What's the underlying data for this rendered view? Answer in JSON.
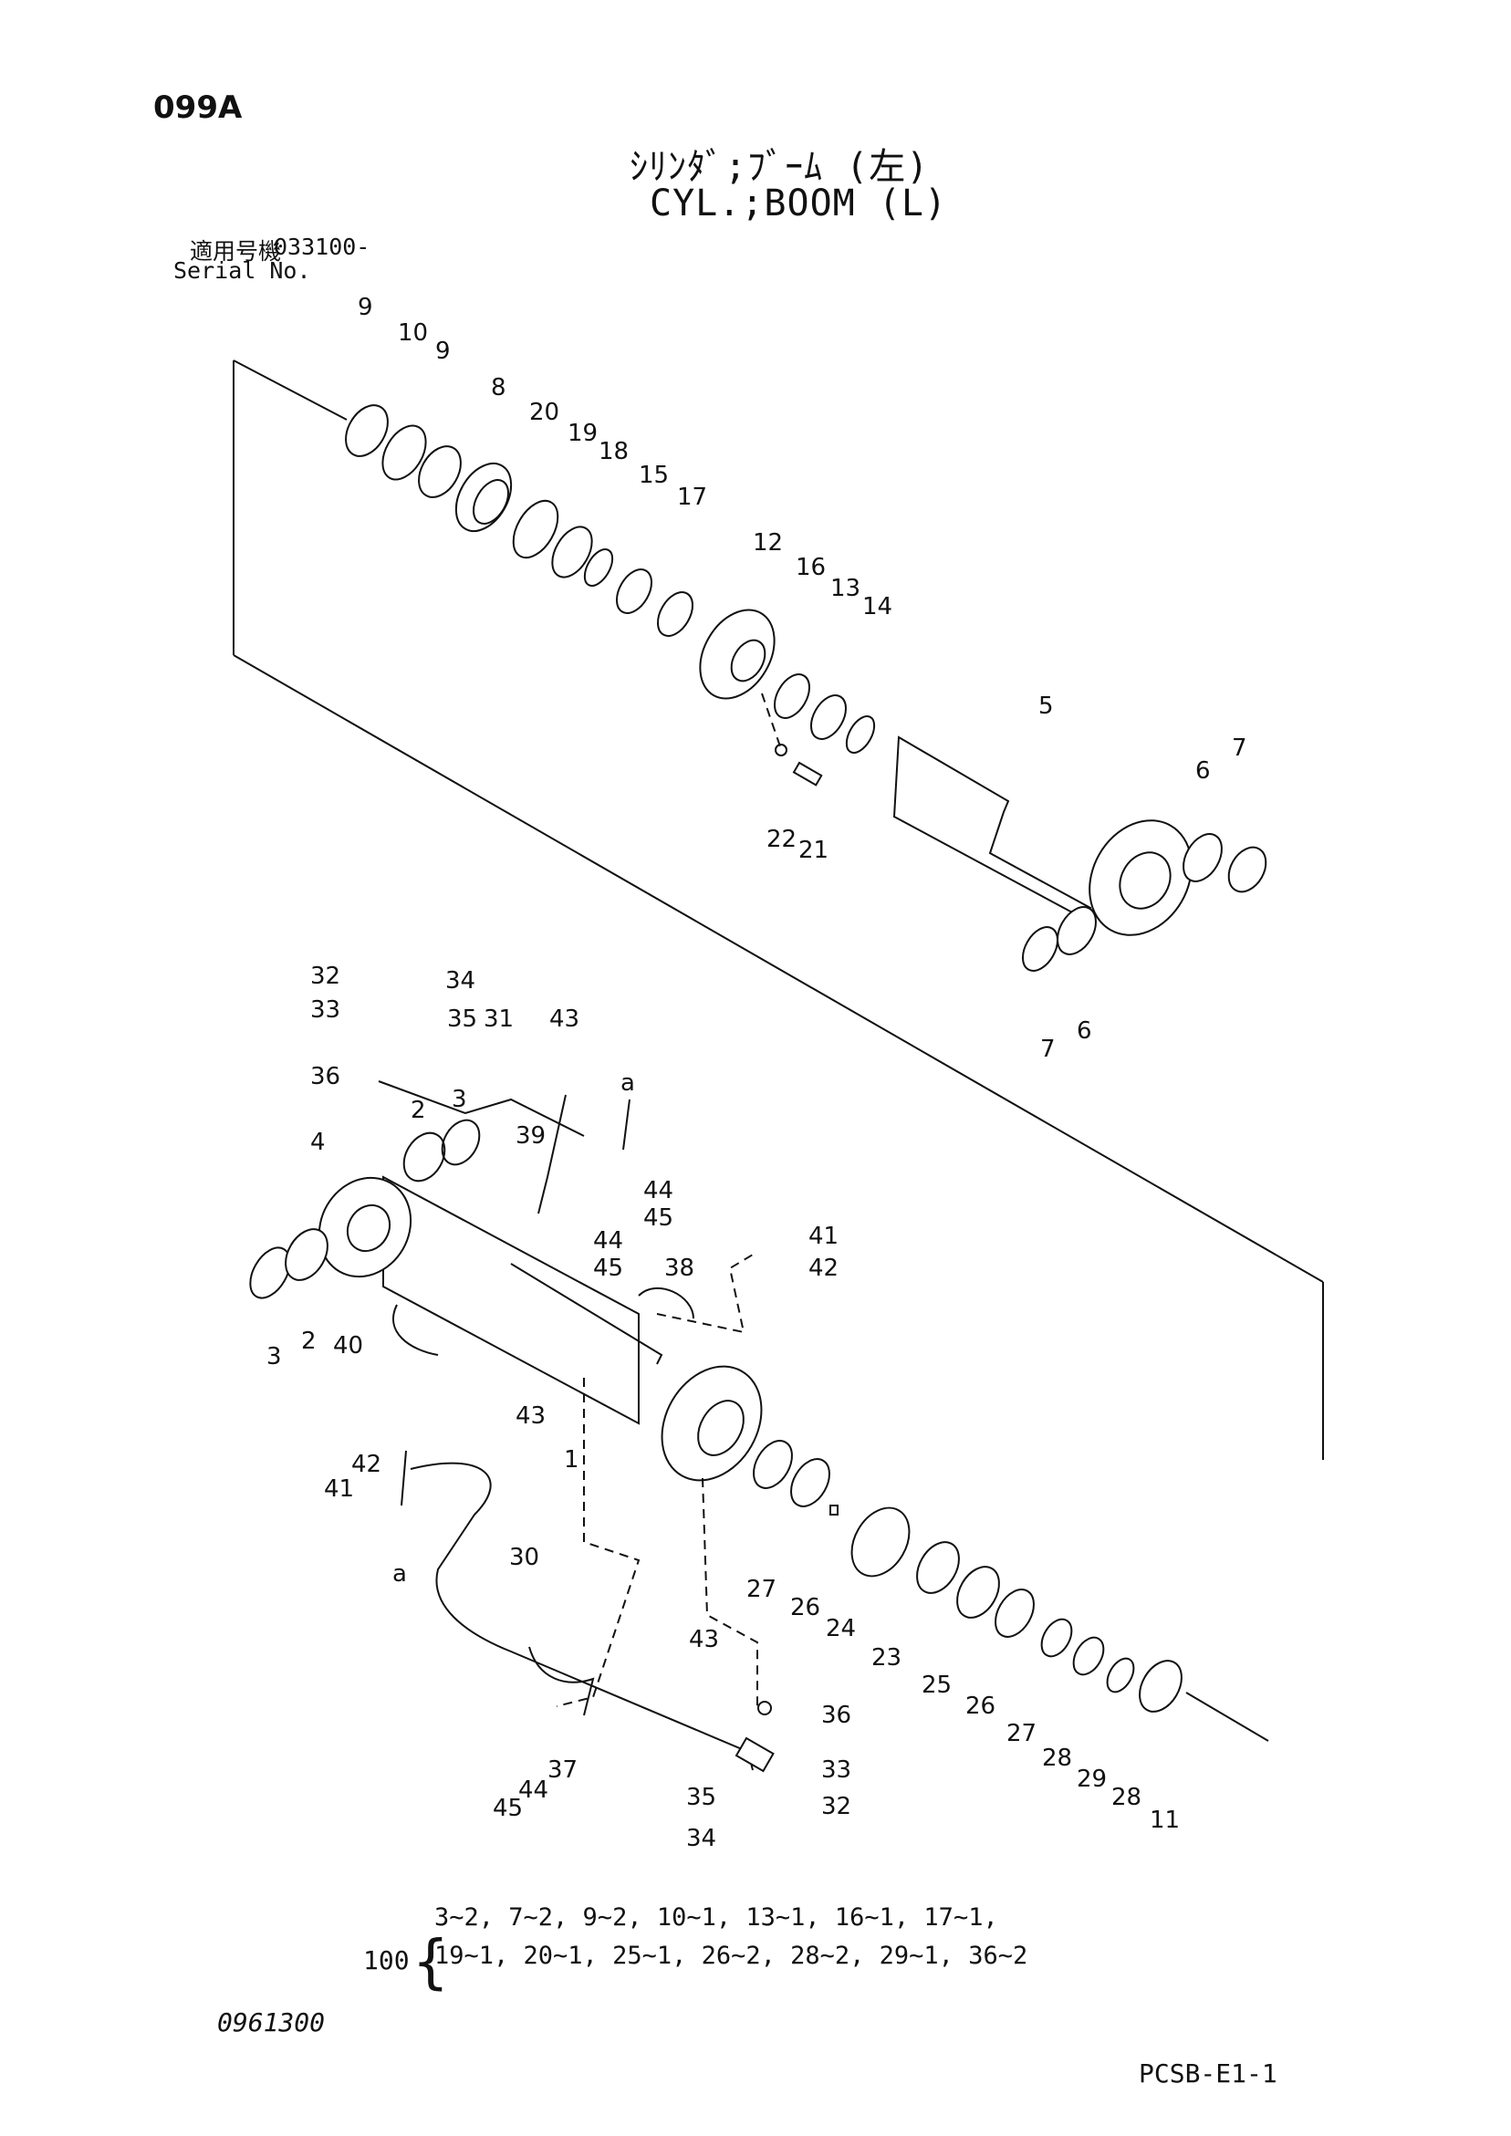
{
  "header": {
    "page_code": "099A",
    "title_jp": "ｼﾘﾝﾀﾞ;ﾌﾞｰﾑ (左)",
    "title_en": "CYL.;BOOM (L)",
    "serial_label_jp": "適用号機",
    "serial_number": "033100-",
    "serial_label_en": "Serial No."
  },
  "callouts": {
    "p9a": "9",
    "p10": "10",
    "p9b": "9",
    "p8": "8",
    "p20": "20",
    "p19": "19",
    "p18": "18",
    "p15": "15",
    "p17": "17",
    "p12": "12",
    "p16": "16",
    "p13": "13",
    "p14": "14",
    "p22": "22",
    "p21": "21",
    "p5": "5",
    "p6a": "6",
    "p7a": "7",
    "p7b": "7",
    "p6b": "6",
    "p32a": "32",
    "p34a": "34",
    "p33a": "33",
    "p35a": "35",
    "p31": "31",
    "p43a": "43",
    "p36a": "36",
    "pa1": "a",
    "p4": "4",
    "p2a": "2",
    "p3a": "3",
    "p39": "39",
    "p44a": "44",
    "p45a": "45",
    "p44b": "44",
    "p45b": "45",
    "p41a": "41",
    "p42a": "42",
    "p38": "38",
    "p3b": "3",
    "p2b": "2",
    "p40": "40",
    "p43b": "43",
    "p42b": "42",
    "p41b": "41",
    "p1": "1",
    "p30": "30",
    "pa2": "a",
    "p27a": "27",
    "p26a": "26",
    "p24": "24",
    "p23": "23",
    "p25": "25",
    "p26b": "26",
    "p27b": "27",
    "p28a": "28",
    "p29": "29",
    "p28b": "28",
    "p11": "11",
    "p43c": "43",
    "p36b": "36",
    "p37": "37",
    "p44c": "44",
    "p45c": "45",
    "p33b": "33",
    "p35b": "35",
    "p32b": "32",
    "p34b": "34"
  },
  "kit": {
    "number": "100",
    "brace": "{",
    "line1": "3~2, 7~2, 9~2, 10~1, 13~1, 16~1, 17~1,",
    "line2": "19~1, 20~1, 25~1, 26~2, 28~2, 29~1, 36~2"
  },
  "footer": {
    "catalog_number": "0961300",
    "doc_code": "PCSB-E1-1"
  }
}
